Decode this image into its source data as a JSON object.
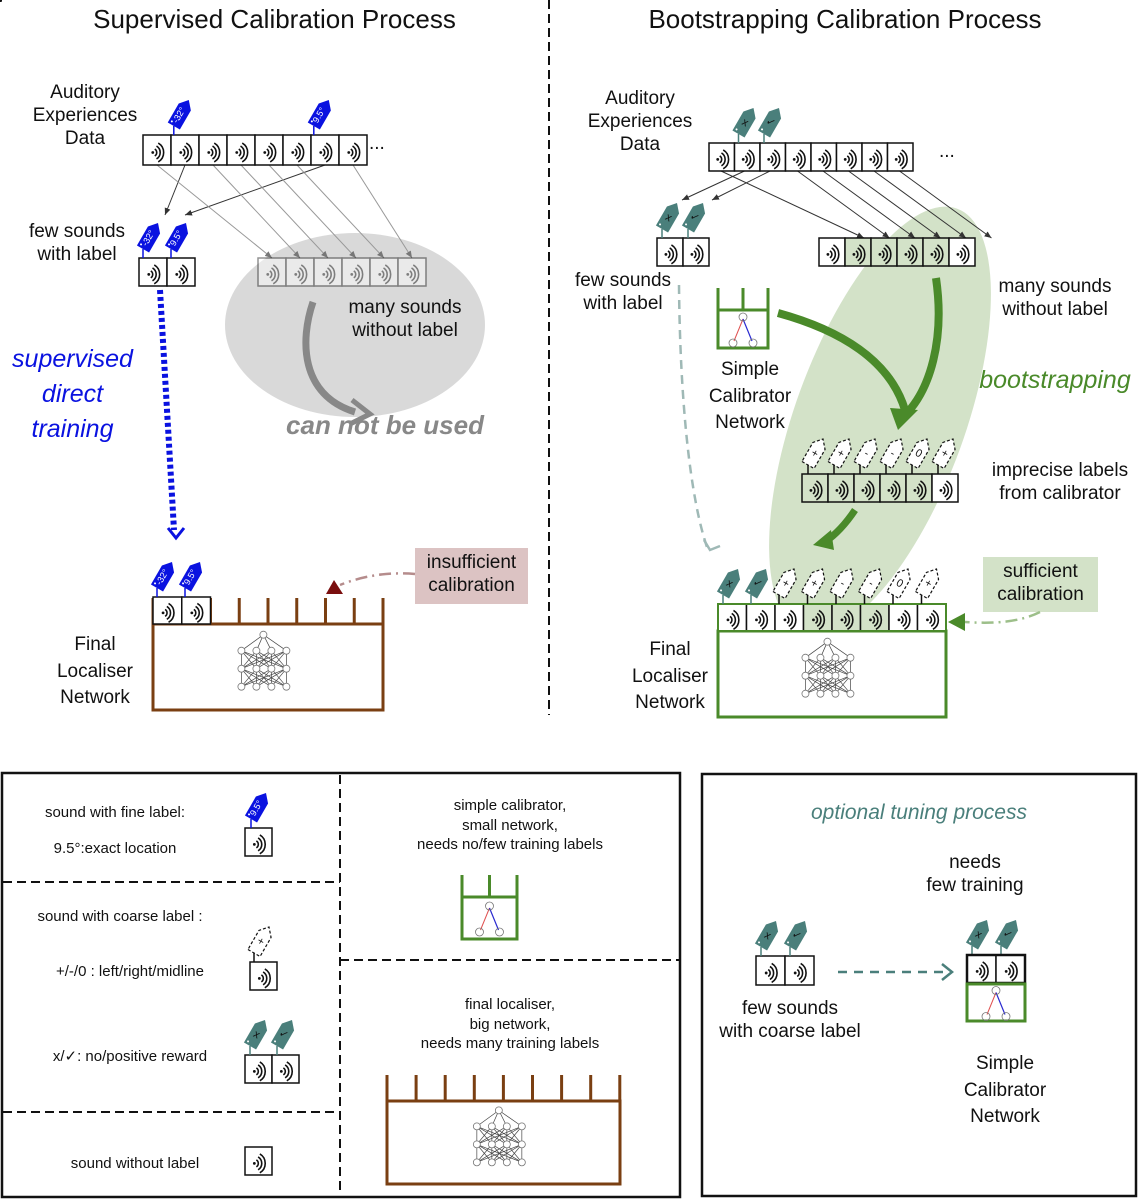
{
  "left_panel": {
    "title": "Supervised Calibration Process",
    "data_label": "Auditory\nExperiences\nData",
    "data_tags": [
      "-32°",
      "9.5°"
    ],
    "few_label": "few sounds\nwith label",
    "many_label": "many sounds\nwithout label",
    "unused_label": "can not be used",
    "training_label": "supervised\ndirect\ntraining",
    "calibration_label": "insufficient\ncalibration",
    "network_label": "Final\nLocaliser\nNetwork",
    "ellipsis": "..."
  },
  "right_panel": {
    "title": "Bootstrapping Calibration Process",
    "data_label": "Auditory\nExperiences\nData",
    "reward_tags": [
      "x",
      "✓"
    ],
    "few_label": "few sounds\nwith label",
    "many_label": "many sounds\nwithout label",
    "calibrator_label": "Simple\nCalibrator\nNetwork",
    "bootstrap_label": "bootstrapping",
    "imprecise_label": "imprecise labels\nfrom calibrator",
    "coarse_tags": [
      "+",
      "+",
      "-",
      "-",
      "0",
      "+"
    ],
    "calibration_label": "sufficient\ncalibration",
    "network_label": "Final\nLocaliser\nNetwork",
    "ellipsis": "..."
  },
  "legend": {
    "fine_title": "sound with fine label:",
    "fine_desc": "9.5°:exact location",
    "fine_tag": "9.5°",
    "coarse_title": "sound with coarse label :",
    "coarse_desc": "+/-/0 : left/right/midline",
    "coarse_tag": "+",
    "reward_desc": "x/✓: no/positive reward",
    "nolabel_desc": "sound without label",
    "calibrator_desc": "simple calibrator,\nsmall network,\nneeds no/few training labels",
    "localiser_desc": "final localiser,\nbig network,\nneeds many training labels"
  },
  "tuning": {
    "title": "optional tuning process",
    "needs_label": "needs\nfew training",
    "sounds_label": "few sounds\nwith coarse label",
    "calibrator_label": "Simple\nCalibrator\nNetwork"
  },
  "colors": {
    "fine_tag": "#0a12e0",
    "reward_tag": "#4a7f7b",
    "green": "#4a8a2a",
    "green_fill": "#d3e2c8",
    "brown": "#7a3f12",
    "gray_fill": "#d9d9d9",
    "pink_box": "#dcc3c3",
    "dark_red": "#7a0e0e"
  }
}
